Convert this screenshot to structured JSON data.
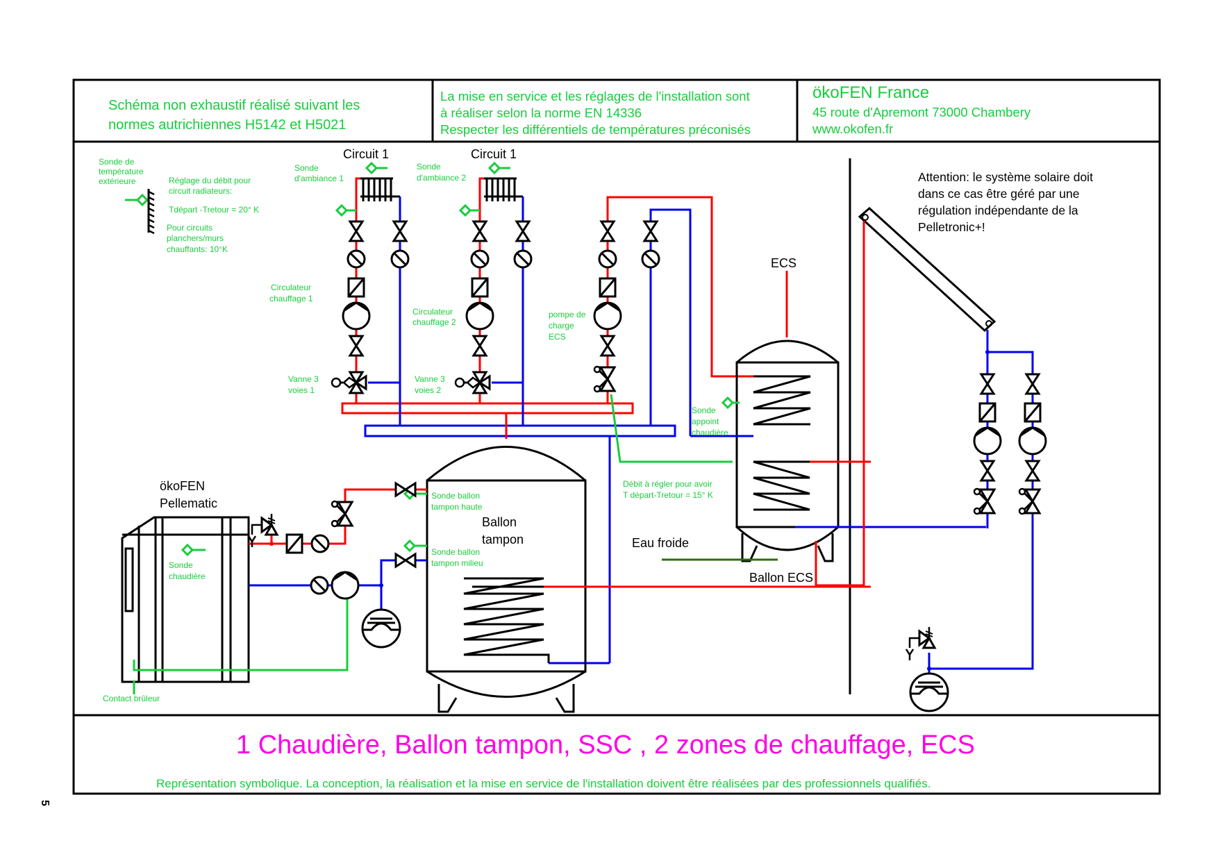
{
  "header": {
    "note_left": [
      "Schéma non exhaustif réalisé suivant les",
      "normes autrichiennes H5142 et H5021"
    ],
    "note_center": [
      "La mise en service et les réglages de l'installation sont",
      "à réaliser selon la norme EN 14336",
      "Respecter les différentiels de températures préconisés"
    ],
    "company": {
      "name": "ökoFEN France",
      "address": "45 route d'Apremont 73000 Chambery",
      "website": "www.okofen.fr"
    }
  },
  "labels": {
    "outdoor_sensor": [
      "Sonde de",
      "température",
      "extérieure"
    ],
    "flow_setting": [
      "Réglage du débit pour",
      "circuit radiateurs:",
      "Tdépart -Tretour = 20° K",
      "Pour circuits",
      "planchers/murs",
      "chauffants: 10°K"
    ],
    "circuit_1_title": "Circuit 1",
    "circuit_2_title": "Circuit 1",
    "room_sensor_1": [
      "Sonde",
      "d'ambiance 1"
    ],
    "room_sensor_2": [
      "Sonde",
      "d'ambiance 2"
    ],
    "circulator_1": [
      "Circulateur",
      "chauffage 1"
    ],
    "circulator_2": [
      "Circulateur",
      "chauffage 2"
    ],
    "dhw_pump": [
      "pompe de",
      "charge",
      "ECS"
    ],
    "valve_1": [
      "Vanne 3",
      "voies 1"
    ],
    "valve_2": [
      "Vanne 3",
      "voies 2"
    ],
    "ecs": "ECS",
    "aux_sensor": [
      "Sonde",
      "appoint",
      "chaudière"
    ],
    "flow_note": [
      "Débit à régler pour avoir",
      "T départ-Tretour = 15° K"
    ],
    "cold_water": "Eau froide",
    "dhw_tank": "Ballon ECS",
    "boiler_name": [
      "ökoFEN",
      "Pellematic"
    ],
    "boiler_sensor": [
      "Sonde",
      "chaudière"
    ],
    "burner_contact": "Contact brûleur",
    "buffer_top_sensor": [
      "Sonde ballon",
      "tampon haute"
    ],
    "buffer_mid_sensor": [
      "Sonde ballon",
      "tampon milieu"
    ],
    "buffer_tank": [
      "Ballon",
      "tampon"
    ],
    "solar_warning": [
      "Attention: le système solaire doit",
      "dans  ce cas être géré par une",
      "régulation indépendante de la",
      "Pelletronic+!"
    ]
  },
  "footer": {
    "title": "1 Chaudière, Ballon tampon, SSC , 2 zones de chauffage, ECS",
    "disclaimer": "Représentation symbolique. La conception, la réalisation et la mise en service de l'installation doivent être réalisées par des professionnels qualifiés."
  },
  "page_number": "5",
  "colors": {
    "supply": "#ff0000",
    "return": "#0000ee",
    "control": "#18cc3c",
    "title": "#ff00e6",
    "cold_water": "#2e6b10"
  }
}
